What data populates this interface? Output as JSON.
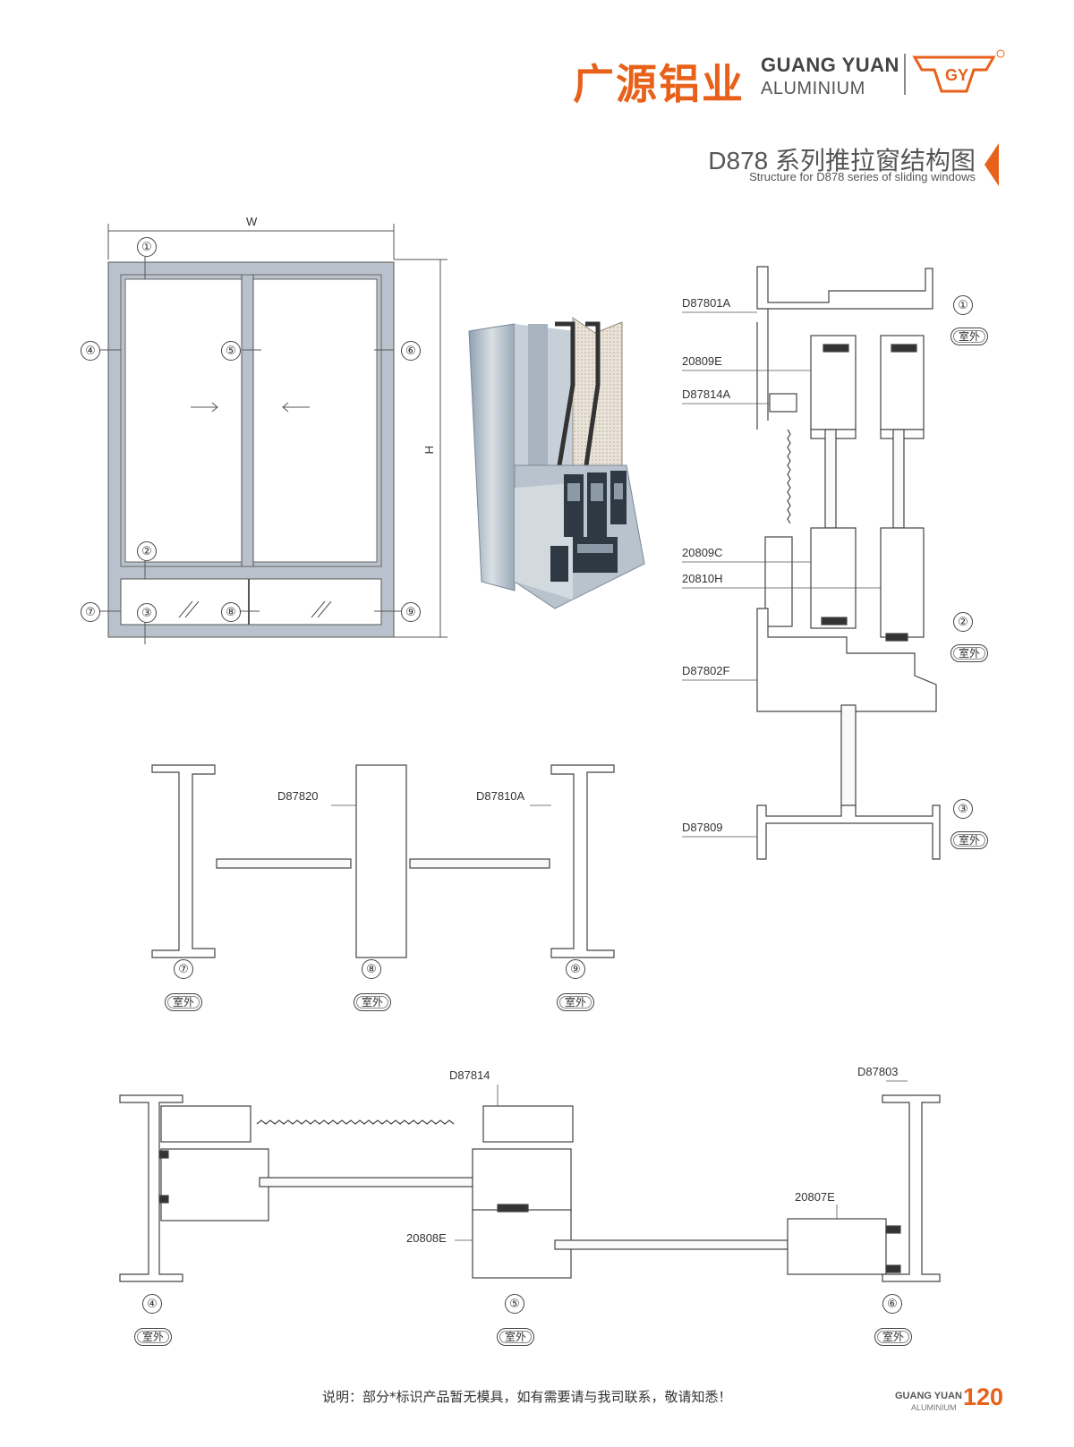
{
  "header": {
    "brand_cn": "广源铝业",
    "brand_en_1": "GUANG YUAN",
    "brand_en_2": "ALUMINIUM",
    "logo_text": "GY",
    "title": "D878 系列推拉窗结构图",
    "subtitle": "Structure for D878 series of sliding windows"
  },
  "elevation": {
    "dim_w": "W",
    "dim_h": "H",
    "callouts": [
      "①",
      "②",
      "③",
      "④",
      "⑤",
      "⑥",
      "⑦",
      "⑧",
      "⑨"
    ]
  },
  "vertical_section": {
    "parts": [
      "D87801A",
      "20809E",
      "D87814A",
      "20809C",
      "20810H",
      "D87802F",
      "D87809"
    ],
    "callouts": [
      "①",
      "②",
      "③"
    ],
    "outdoor": "室外"
  },
  "middle_section": {
    "parts": [
      "D87820",
      "D87810A"
    ],
    "callouts": [
      "⑦",
      "⑧",
      "⑨"
    ],
    "outdoor": "室外"
  },
  "bottom_section": {
    "parts": [
      "D87814",
      "D87803",
      "20807E",
      "20808E"
    ],
    "callouts": [
      "④",
      "⑤",
      "⑥"
    ],
    "outdoor": "室外"
  },
  "footer": {
    "note": "说明：部分*标识产品暂无模具，如有需要请与我司联系，敬请知悉！",
    "brand_1": "GUANG YUAN",
    "brand_2": "ALUMINIUM",
    "page_number": "120"
  },
  "colors": {
    "accent": "#e8611a",
    "frame": "#b9c2cc",
    "line": "#555555"
  }
}
